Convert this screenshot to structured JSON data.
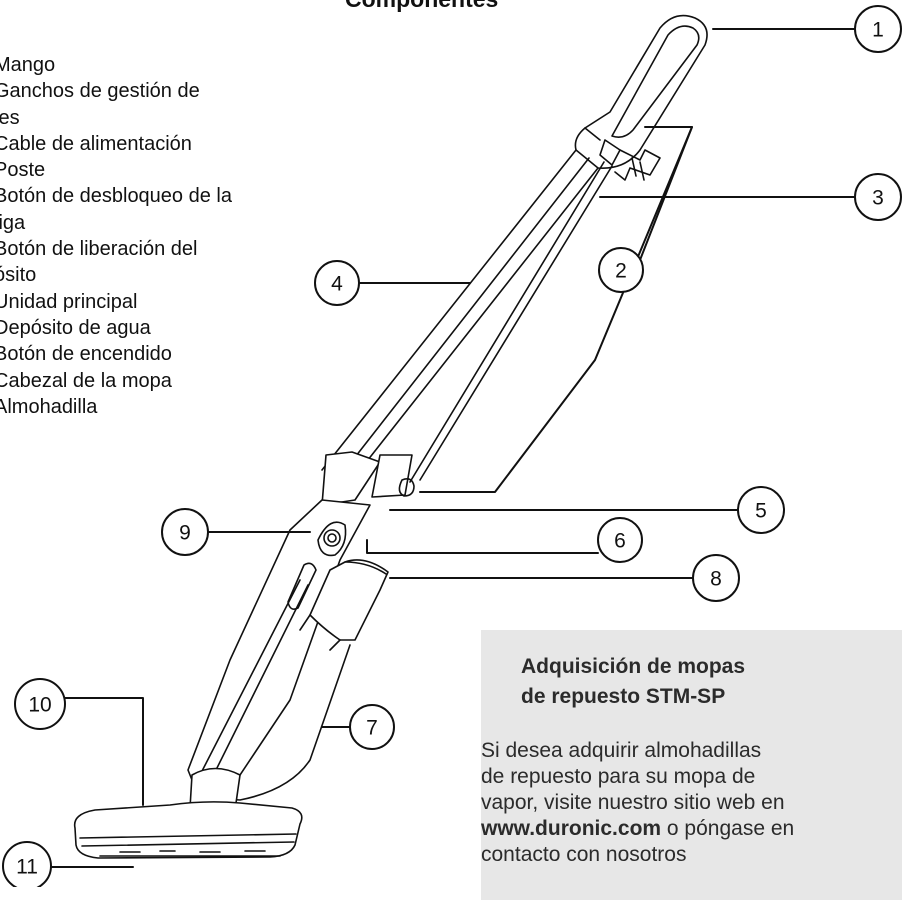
{
  "title": "Componentes",
  "parts_list": [
    "Mango",
    "Ganchos de gestión de\nles",
    "Cable de alimentación",
    "Poste",
    "Botón de desbloqueo de la\nliga",
    "Botón de liberación del\nósito",
    "Unidad principal",
    "Depósito de agua",
    "Botón de encendido",
    "Cabezal de la mopa",
    "Almohadilla"
  ],
  "callouts": [
    "1",
    "2",
    "3",
    "4",
    "5",
    "6",
    "7",
    "8",
    "9",
    "10",
    "11"
  ],
  "info_box": {
    "title_line1": "Adquisición de mopas",
    "title_line2": "de repuesto STM-SP",
    "body_line1": "Si desea adquirir almohadillas",
    "body_line2": "de repuesto para su mopa de",
    "body_line3": "vapor, visite nuestro sitio web en",
    "body_link": "www.duronic.com",
    "body_line4_rest": " o póngase en",
    "body_line5": "contacto con nosotros"
  },
  "colors": {
    "line": "#111111",
    "box_bg": "#e7e7e7"
  }
}
